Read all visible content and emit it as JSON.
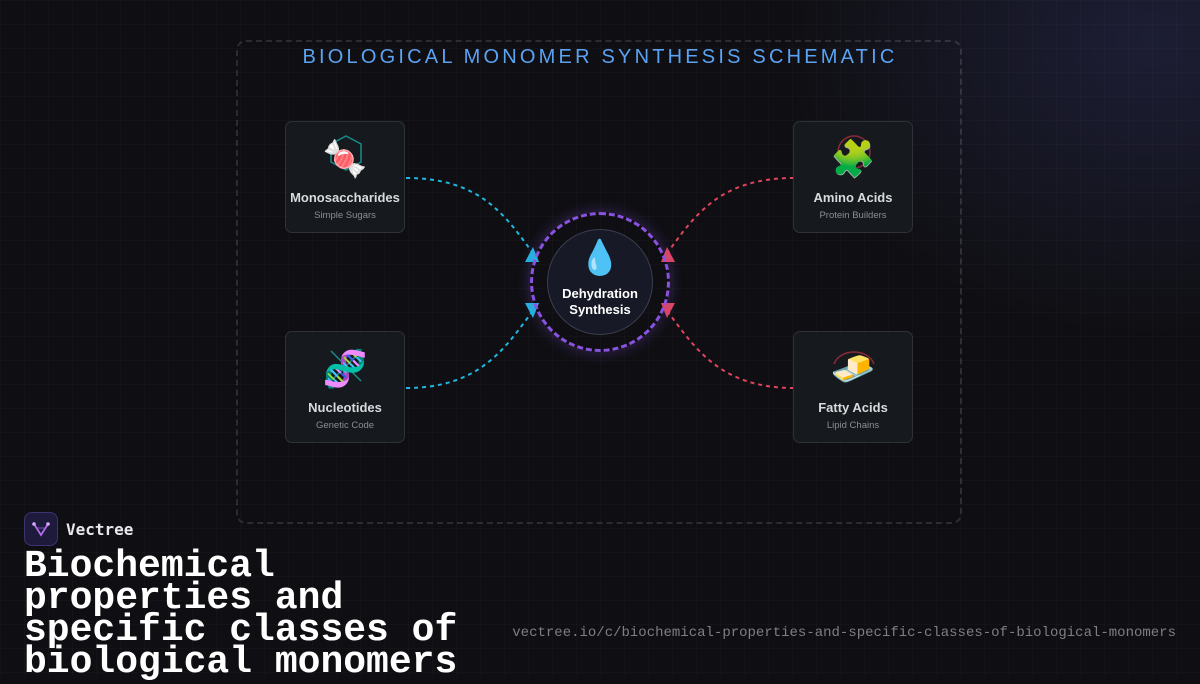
{
  "diagram": {
    "title": "BIOLOGICAL MONOMER SYNTHESIS SCHEMATIC",
    "center": {
      "label": "Dehydration Synthesis",
      "icon": "water-drop-icon",
      "ring_color": "#8a52e0"
    },
    "nodes": [
      {
        "name": "Monosaccharides",
        "subtitle": "Simple Sugars",
        "icon": "candy-icon",
        "emoji": "🍬",
        "side": "left",
        "connector_color": "#1fb8e0"
      },
      {
        "name": "Nucleotides",
        "subtitle": "Genetic Code",
        "icon": "dna-icon",
        "emoji": "🧬",
        "side": "left",
        "connector_color": "#1fb8e0"
      },
      {
        "name": "Amino Acids",
        "subtitle": "Protein Builders",
        "icon": "puzzle-piece-icon",
        "emoji": "🧩",
        "side": "right",
        "connector_color": "#e0455c"
      },
      {
        "name": "Fatty Acids",
        "subtitle": "Lipid Chains",
        "icon": "butter-icon",
        "emoji": "🧈",
        "side": "right",
        "connector_color": "#e0455c"
      }
    ]
  },
  "brand": {
    "name": "Vectree",
    "icon": "vectree-logo-icon"
  },
  "page": {
    "title": "Biochemical properties and specific classes of biological monomers",
    "url": "vectree.io/c/biochemical-properties-and-specific-classes-of-biological-monomers"
  },
  "colors": {
    "title": "#5aa2f2",
    "left_connectors": "#1fb8e0",
    "right_connectors": "#e0455c",
    "accent": "#8a52e0"
  }
}
